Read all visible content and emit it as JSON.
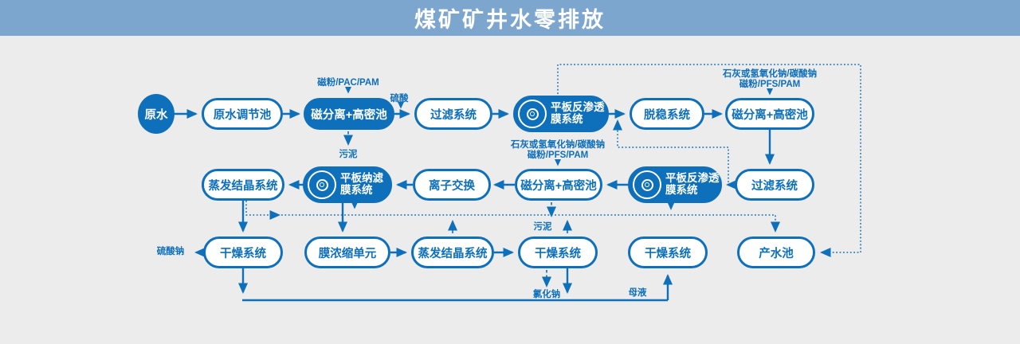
{
  "header": {
    "title": "煤矿矿井水零排放"
  },
  "colors": {
    "accent": "#0e6fba",
    "header_bg": "#7da6cf",
    "canvas_bg": "#ececec",
    "node_text_light": "#ffffff"
  },
  "nodes": {
    "raw_water": {
      "label": "原水"
    },
    "regulating_pool": {
      "label": "原水调节池"
    },
    "mag_sep_1": {
      "label": "磁分离+高密池"
    },
    "filter_1": {
      "label": "过滤系统"
    },
    "ro_1": {
      "line1": "平板反渗透",
      "line2": "膜系统"
    },
    "destab": {
      "label": "脱稳系统"
    },
    "mag_sep_2": {
      "label": "磁分离+高密池"
    },
    "filter_2": {
      "label": "过滤系统"
    },
    "ro_2": {
      "line1": "平板反渗透",
      "line2": "膜系统"
    },
    "mag_sep_3": {
      "label": "磁分离+高密池"
    },
    "ion_exchange": {
      "label": "离子交换"
    },
    "nf": {
      "line1": "平板纳滤",
      "line2": "膜系统"
    },
    "evap_1": {
      "label": "蒸发结晶系统"
    },
    "dryer_1": {
      "label": "干燥系统"
    },
    "mem_conc": {
      "label": "膜浓缩单元"
    },
    "evap_2": {
      "label": "蒸发结晶系统"
    },
    "dryer_2": {
      "label": "干燥系统"
    },
    "dryer_3": {
      "label": "干燥系统"
    },
    "product_pool": {
      "label": "产水池"
    }
  },
  "annotations": {
    "dosing_pac": "磁粉/PAC/PAM",
    "sulfuric_acid": "硫酸",
    "sludge_1": "污泥",
    "dosing_lime_1_line1": "石灰或氢氧化钠/碳酸钠",
    "dosing_lime_1_line2": "磁粉/PFS/PAM",
    "dosing_lime_2_line1": "石灰或氢氧化钠/碳酸钠",
    "dosing_lime_2_line2": "磁粉/PFS/PAM",
    "sludge_2": "污泥",
    "sodium_sulfate": "硫酸钠",
    "sodium_chloride": "氯化钠",
    "mother_liquor": "母液"
  }
}
